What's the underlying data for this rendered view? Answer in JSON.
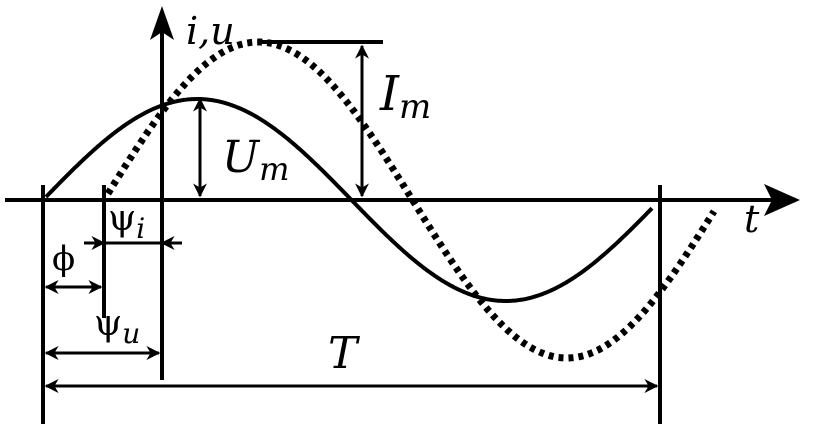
{
  "labels": {
    "vertical_axis": "i,u",
    "horizontal_axis": "t",
    "current_amplitude": "I",
    "current_amplitude_sub": "m",
    "voltage_amplitude": "U",
    "voltage_amplitude_sub": "m",
    "current_phase": "ψ",
    "current_phase_sub": "i",
    "voltage_phase": "ψ",
    "voltage_phase_sub": "u",
    "phase_shift": "ϕ",
    "period": "T"
  },
  "colors": {
    "stroke": "#000000",
    "background": "#ffffff"
  }
}
